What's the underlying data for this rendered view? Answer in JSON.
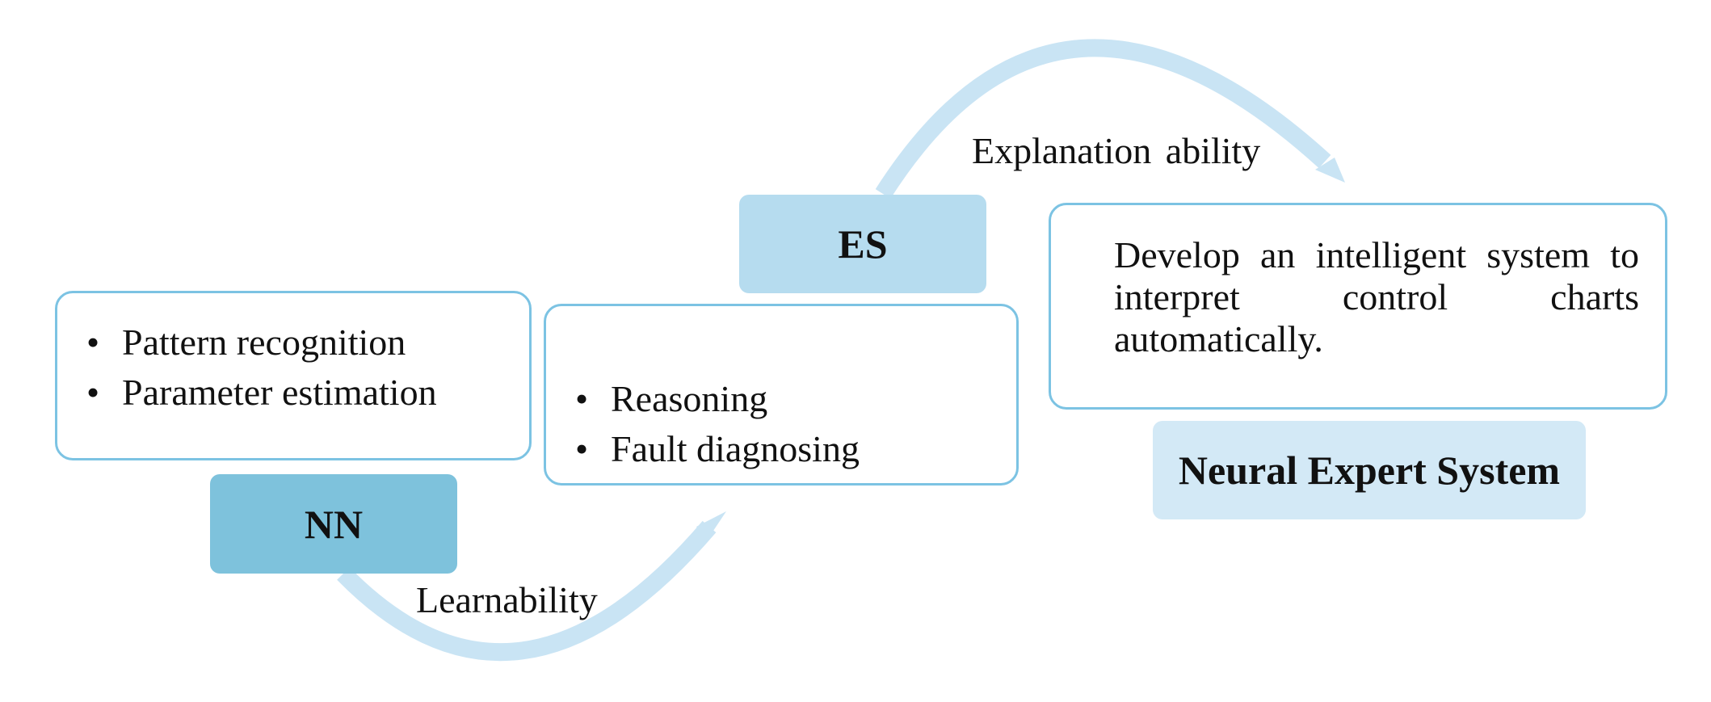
{
  "nn_card": {
    "items": [
      "Pattern recognition",
      "Parameter estimation"
    ]
  },
  "es_card": {
    "items": [
      "Reasoning",
      "Fault diagnosing"
    ]
  },
  "goal_card": {
    "text": "Develop an intelligent system to interpret control charts automatically."
  },
  "tags": {
    "nn": "NN",
    "es": "ES",
    "neural_expert_system": "Neural Expert System"
  },
  "connectors": {
    "learnability": "Learnability",
    "explanation_ability": "Explanation ability"
  },
  "colors": {
    "card_border": "#7cc3e3",
    "arrow": "#c9e4f4",
    "nn_tag": "#7ec2dc",
    "es_tag": "#b6dcef",
    "nes_tag": "#d3e9f6"
  }
}
